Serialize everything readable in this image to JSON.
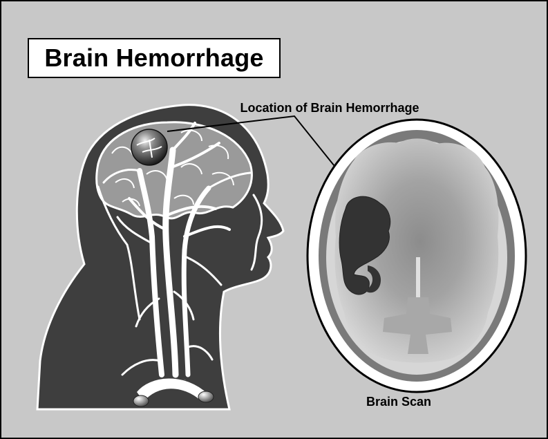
{
  "title": "Brain Hemorrhage",
  "callout_label": "Location of Brain Hemorrhage",
  "scan_label": "Brain Scan",
  "colors": {
    "background": "#c8c8c8",
    "head_fill": "#3e3e3e",
    "head_outline": "#ffffff",
    "brain_tissue": "#9a9a9a",
    "vessels": "#ffffff",
    "skull_outer": "#ffffff",
    "scan_brain": "#b3b3b3",
    "hemorrhage": "#333333"
  }
}
